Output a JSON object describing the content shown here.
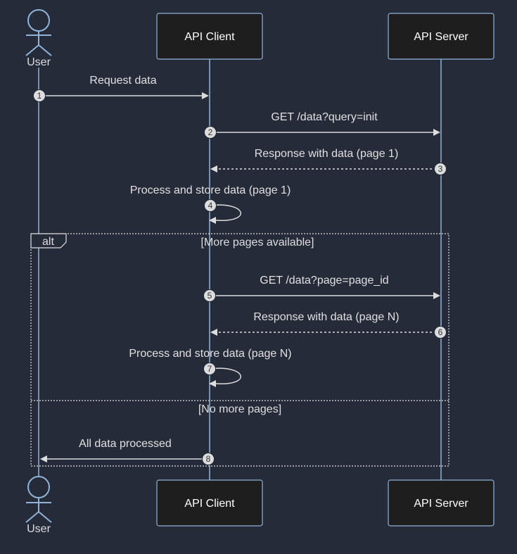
{
  "participants": [
    {
      "id": "user",
      "label": "User",
      "kind": "actor"
    },
    {
      "id": "client",
      "label": "API Client",
      "kind": "box"
    },
    {
      "id": "server",
      "label": "API Server",
      "kind": "box"
    }
  ],
  "messages": [
    {
      "number": "1",
      "label": "Request data",
      "from": "user",
      "to": "client",
      "style": "solid"
    },
    {
      "number": "2",
      "label": "GET /data?query=init",
      "from": "client",
      "to": "server",
      "style": "solid"
    },
    {
      "number": "3",
      "label": "Response with data (page 1)",
      "from": "server",
      "to": "client",
      "style": "dashed"
    },
    {
      "number": "4",
      "label": "Process and store data (page 1)",
      "from": "client",
      "to": "client",
      "style": "solid"
    },
    {
      "number": "5",
      "label": "GET /data?page=page_id",
      "from": "client",
      "to": "server",
      "style": "solid"
    },
    {
      "number": "6",
      "label": "Response with data (page N)",
      "from": "server",
      "to": "client",
      "style": "dashed"
    },
    {
      "number": "7",
      "label": "Process and store data (page N)",
      "from": "client",
      "to": "client",
      "style": "solid"
    },
    {
      "number": "8",
      "label": "All data processed",
      "from": "client",
      "to": "user",
      "style": "solid"
    }
  ],
  "fragment": {
    "type": "alt",
    "guards": [
      "[More pages available]",
      "[No more pages]"
    ]
  },
  "colors": {
    "background": "#262b3a",
    "lifeline": "#8fb3d9",
    "box_fill": "#1e1e1e",
    "text": "#dddddd"
  }
}
